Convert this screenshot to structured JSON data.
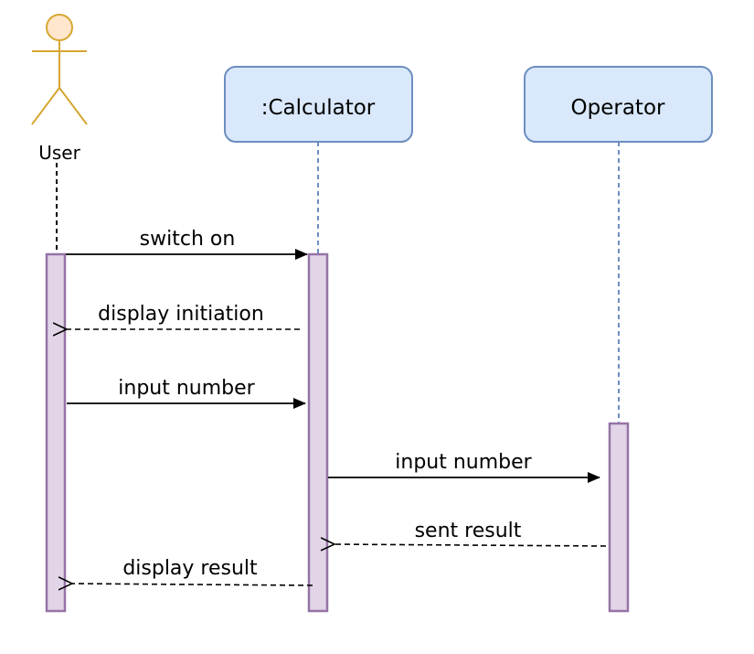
{
  "actor": {
    "name": "User"
  },
  "participants": [
    {
      "name": ":Calculator"
    },
    {
      "name": "Operator"
    }
  ],
  "messages": [
    {
      "label": "switch on",
      "style": "solid"
    },
    {
      "label": "display initiation",
      "style": "dashed"
    },
    {
      "label": "input number",
      "style": "solid"
    },
    {
      "label": "input number",
      "style": "solid"
    },
    {
      "label": "sent result",
      "style": "dashed"
    },
    {
      "label": "display result",
      "style": "dashed"
    }
  ],
  "colors": {
    "actor_fill": "#ffe6cc",
    "actor_stroke": "#d6a631",
    "participant_fill": "#dae8fc",
    "participant_stroke": "#6c8ebf",
    "activation_fill": "#e1d5e7",
    "activation_stroke": "#9673a6",
    "lifeline_stroke": "#6c8ebf",
    "arrow_stroke": "#000000"
  }
}
